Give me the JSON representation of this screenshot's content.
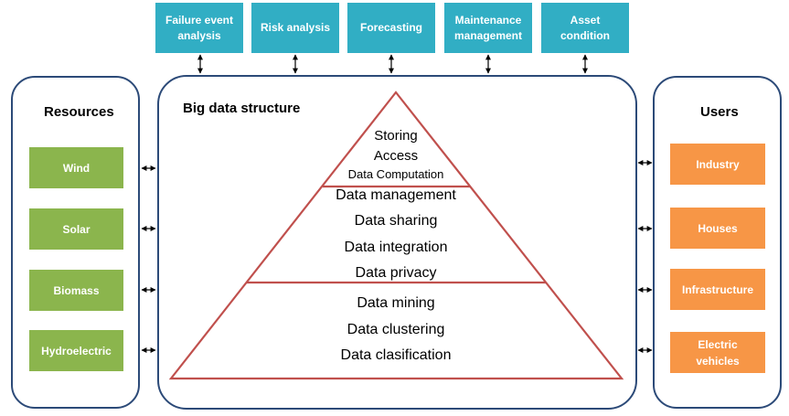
{
  "top_modules": [
    {
      "label": "Failure event analysis"
    },
    {
      "label": "Risk analysis"
    },
    {
      "label": "Forecasting"
    },
    {
      "label": "Maintenance management"
    },
    {
      "label": "Asset condition"
    }
  ],
  "resources": {
    "title": "Resources",
    "items": [
      "Wind",
      "Solar",
      "Biomass",
      "Hydroelectric"
    ]
  },
  "structure": {
    "title": "Big data structure",
    "tier_top": [
      "Storing",
      "Access",
      "Data Computation"
    ],
    "tier_middle": [
      "Data management",
      "Data sharing",
      "Data integration",
      "Data privacy"
    ],
    "tier_bottom": [
      "Data mining",
      "Data clustering",
      "Data clasification"
    ]
  },
  "users": {
    "title": "Users",
    "items": [
      "Industry",
      "Houses",
      "Infrastructure",
      "Electric vehicles"
    ]
  },
  "colors": {
    "top_module": "#31aec4",
    "resource": "#8bb54d",
    "user": "#f79646",
    "panel_border": "#2c4a78",
    "pyramid": "#c0504d"
  }
}
